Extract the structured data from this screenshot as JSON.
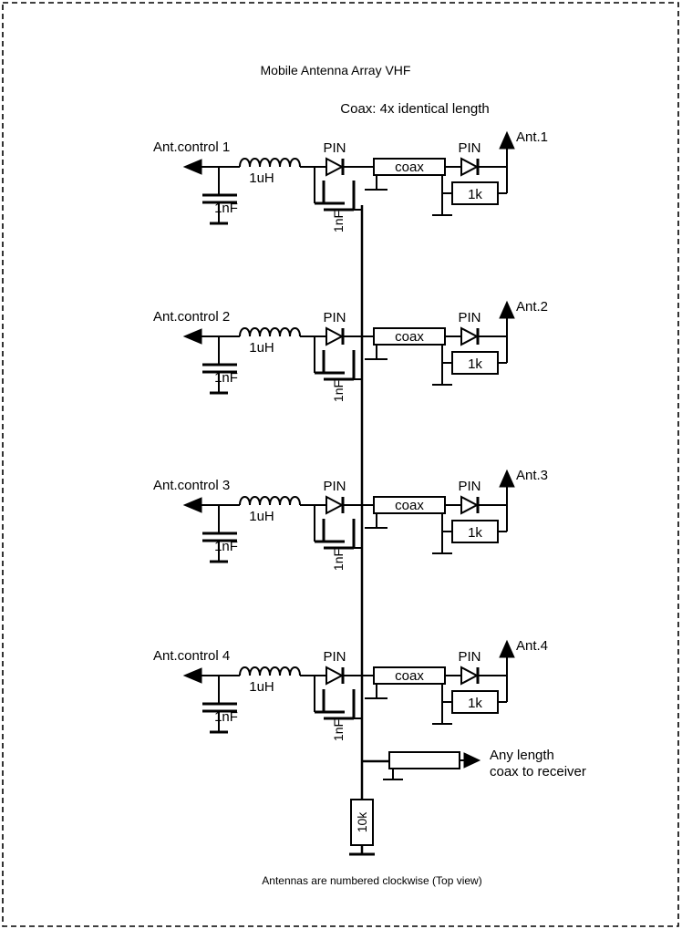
{
  "title": "Mobile Antenna Array VHF",
  "coax_note": "Coax: 4x identical length",
  "footer": "Antennas are numbered clockwise (Top view)",
  "output_label_line1": "Any length",
  "output_label_line2": "coax to receiver",
  "bias_resistor": "10k",
  "branches": [
    {
      "control": "Ant.control 1",
      "inductor": "1uH",
      "cap_shunt": "1nF",
      "pin_left": "PIN",
      "cap_series": "1nF",
      "coax": "coax",
      "pin_right": "PIN",
      "resistor": "1k",
      "antenna": "Ant.1"
    },
    {
      "control": "Ant.control 2",
      "inductor": "1uH",
      "cap_shunt": "1nF",
      "pin_left": "PIN",
      "cap_series": "1nF",
      "coax": "coax",
      "pin_right": "PIN",
      "resistor": "1k",
      "antenna": "Ant.2"
    },
    {
      "control": "Ant.control 3",
      "inductor": "1uH",
      "cap_shunt": "1nF",
      "pin_left": "PIN",
      "cap_series": "1nF",
      "coax": "coax",
      "pin_right": "PIN",
      "resistor": "1k",
      "antenna": "Ant.3"
    },
    {
      "control": "Ant.control 4",
      "inductor": "1uH",
      "cap_shunt": "1nF",
      "pin_left": "PIN",
      "cap_series": "1nF",
      "coax": "coax",
      "pin_right": "PIN",
      "resistor": "1k",
      "antenna": "Ant.4"
    }
  ]
}
